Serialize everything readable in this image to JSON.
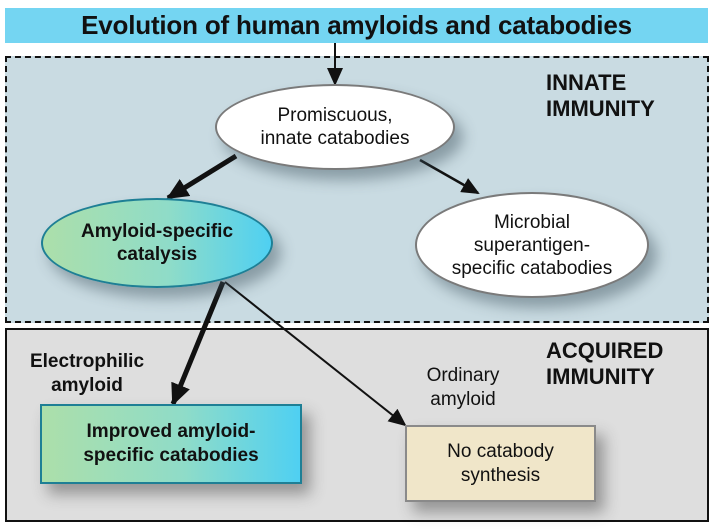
{
  "title": "Evolution of human amyloids and catabodies",
  "regions": {
    "innate": {
      "label_line1": "INNATE",
      "label_line2": "IMMUNITY",
      "border_style": "dashed",
      "background": "#c9dbe2"
    },
    "acquired": {
      "label_line1": "ACQUIRED",
      "label_line2": "IMMUNITY",
      "border_style": "solid",
      "background": "#dedede"
    }
  },
  "nodes": {
    "promiscuous": {
      "line1": "Promiscuous,",
      "line2": "innate catabodies",
      "shape": "ellipse"
    },
    "amyloid_specific": {
      "line1": "Amyloid-specific",
      "line2": "catalysis",
      "shape": "ellipse"
    },
    "microbial": {
      "line1": "Microbial",
      "line2": "superantigen-",
      "line3": "specific catabodies",
      "shape": "ellipse"
    },
    "improved": {
      "line1": "Improved amyloid-",
      "line2": "specific catabodies",
      "shape": "rectangle"
    },
    "no_synthesis": {
      "line1": "No catabody",
      "line2": "synthesis",
      "shape": "rectangle"
    }
  },
  "edge_labels": {
    "electrophilic": {
      "line1": "Electrophilic",
      "line2": "amyloid"
    },
    "ordinary": {
      "line1": "Ordinary",
      "line2": "amyloid"
    }
  },
  "edges": [
    {
      "from": "title",
      "to": "promiscuous",
      "weight": "normal"
    },
    {
      "from": "promiscuous",
      "to": "amyloid_specific",
      "weight": "heavy"
    },
    {
      "from": "promiscuous",
      "to": "microbial",
      "weight": "normal"
    },
    {
      "from": "amyloid_specific",
      "to": "improved",
      "weight": "heavy",
      "label": "electrophilic"
    },
    {
      "from": "amyloid_specific",
      "to": "no_synthesis",
      "weight": "normal",
      "label": "ordinary"
    }
  ],
  "colors": {
    "title_bg": "#74d5f2",
    "gradient_start": "#acdfaa",
    "gradient_end": "#4fd0f2",
    "tan_box": "#f0e6c9"
  }
}
